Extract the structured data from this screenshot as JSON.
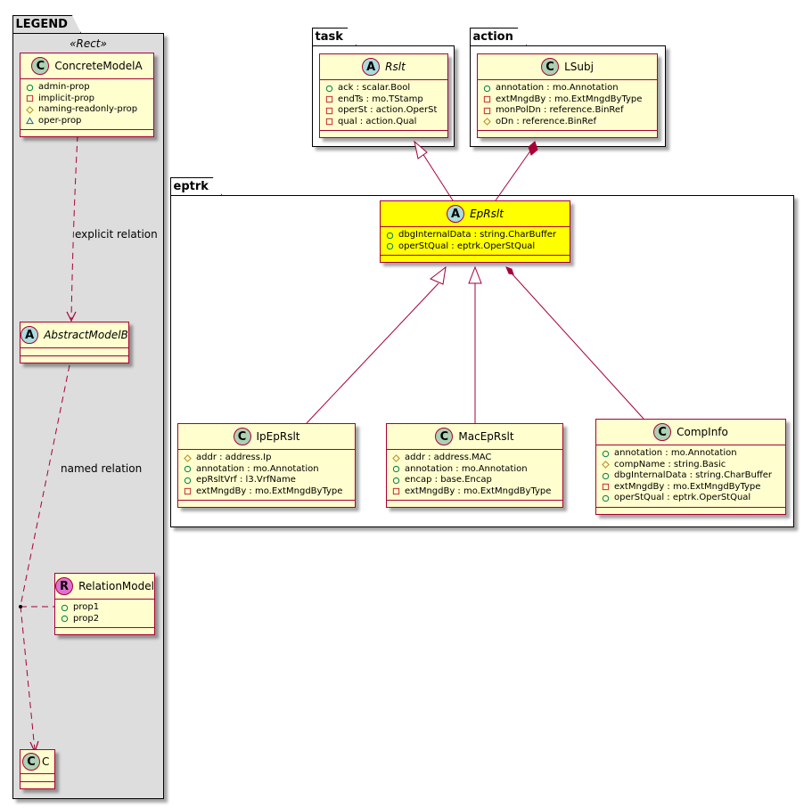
{
  "colors": {
    "class_fill": "#fefece",
    "highlight_fill": "#ffff00",
    "border": "#a80036",
    "legend_fill": "#dddddd",
    "vis_public": "#038048",
    "vis_private": "#c82930",
    "vis_protected": "#b38d22",
    "vis_package": "#1963a0"
  },
  "packages": {
    "legend": {
      "name": "LEGEND",
      "stereotype": "«Rect»"
    },
    "task": {
      "name": "task"
    },
    "action": {
      "name": "action"
    },
    "eptrk": {
      "name": "eptrk"
    }
  },
  "classes": {
    "concrete_model_a": {
      "kind": "C",
      "name": "ConcreteModelA",
      "italic": false,
      "attrs": [
        {
          "vis": "public",
          "text": "admin-prop"
        },
        {
          "vis": "private",
          "text": "implicit-prop"
        },
        {
          "vis": "protected",
          "text": "naming-readonly-prop"
        },
        {
          "vis": "package",
          "text": "oper-prop"
        }
      ]
    },
    "abstract_model_b": {
      "kind": "A",
      "name": "AbstractModelB",
      "italic": true,
      "attrs": []
    },
    "relation_model": {
      "kind": "R",
      "name": "RelationModel",
      "italic": false,
      "attrs": [
        {
          "vis": "public",
          "text": "prop1"
        },
        {
          "vis": "public",
          "text": "prop2"
        }
      ]
    },
    "c": {
      "kind": "C",
      "name": "C",
      "italic": false,
      "attrs": []
    },
    "rslt": {
      "kind": "A",
      "name": "Rslt",
      "italic": true,
      "attrs": [
        {
          "vis": "public",
          "text": "ack : scalar.Bool"
        },
        {
          "vis": "private",
          "text": "endTs : mo.TStamp"
        },
        {
          "vis": "private",
          "text": "operSt : action.OperSt"
        },
        {
          "vis": "private",
          "text": "qual : action.Qual"
        }
      ]
    },
    "lsubj": {
      "kind": "C",
      "name": "LSubj",
      "italic": false,
      "attrs": [
        {
          "vis": "public",
          "text": "annotation : mo.Annotation"
        },
        {
          "vis": "private",
          "text": "extMngdBy : mo.ExtMngdByType"
        },
        {
          "vis": "private",
          "text": "monPolDn : reference.BinRef"
        },
        {
          "vis": "protected",
          "text": "oDn : reference.BinRef"
        }
      ]
    },
    "ep_rslt": {
      "kind": "A",
      "name": "EpRslt",
      "italic": true,
      "highlight": true,
      "attrs": [
        {
          "vis": "public",
          "text": "dbgInternalData : string.CharBuffer"
        },
        {
          "vis": "public",
          "text": "operStQual : eptrk.OperStQual"
        }
      ]
    },
    "ip_ep_rslt": {
      "kind": "C",
      "name": "IpEpRslt",
      "italic": false,
      "attrs": [
        {
          "vis": "protected",
          "text": "addr : address.Ip"
        },
        {
          "vis": "public",
          "text": "annotation : mo.Annotation"
        },
        {
          "vis": "public",
          "text": "epRsltVrf : l3.VrfName"
        },
        {
          "vis": "private",
          "text": "extMngdBy : mo.ExtMngdByType"
        }
      ]
    },
    "mac_ep_rslt": {
      "kind": "C",
      "name": "MacEpRslt",
      "italic": false,
      "attrs": [
        {
          "vis": "protected",
          "text": "addr : address.MAC"
        },
        {
          "vis": "public",
          "text": "annotation : mo.Annotation"
        },
        {
          "vis": "public",
          "text": "encap : base.Encap"
        },
        {
          "vis": "private",
          "text": "extMngdBy : mo.ExtMngdByType"
        }
      ]
    },
    "comp_info": {
      "kind": "C",
      "name": "CompInfo",
      "italic": false,
      "attrs": [
        {
          "vis": "public",
          "text": "annotation : mo.Annotation"
        },
        {
          "vis": "protected",
          "text": "compName : string.Basic"
        },
        {
          "vis": "public",
          "text": "dbgInternalData : string.CharBuffer"
        },
        {
          "vis": "private",
          "text": "extMngdBy : mo.ExtMngdByType"
        },
        {
          "vis": "public",
          "text": "operStQual : eptrk.OperStQual"
        }
      ]
    }
  },
  "relations": {
    "explicit": {
      "label": "explicit relation",
      "from": "ConcreteModelA",
      "to": "AbstractModelB",
      "type": "dependency"
    },
    "named": {
      "label": "named relation",
      "from": "AbstractModelB",
      "to": "C",
      "type": "dependency",
      "association_class": "RelationModel"
    },
    "rslt_gen": {
      "from": "EpRslt",
      "to": "Rslt",
      "type": "generalization"
    },
    "lsubj_comp": {
      "from": "LSubj",
      "to": "EpRslt",
      "type": "composition"
    },
    "ip_gen": {
      "from": "IpEpRslt",
      "to": "EpRslt",
      "type": "generalization"
    },
    "mac_gen": {
      "from": "MacEpRslt",
      "to": "EpRslt",
      "type": "generalization"
    },
    "comp_comp": {
      "from": "EpRslt",
      "to": "CompInfo",
      "type": "composition"
    }
  }
}
